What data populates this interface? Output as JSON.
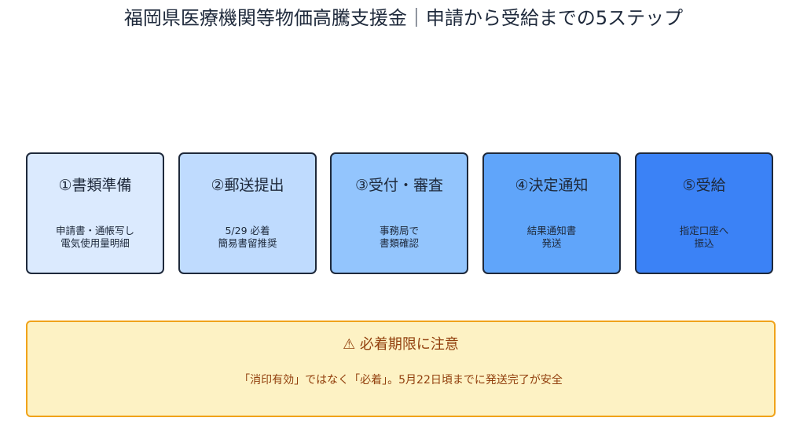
{
  "title": "福岡県医療機関等物価高騰支援金｜申請から受給までの5ステップ",
  "steps": [
    {
      "title": "①書類準備",
      "desc": [
        "申請書・通帳写し",
        "電気使用量明細"
      ],
      "color": "#dbeafe"
    },
    {
      "title": "②郵送提出",
      "desc": [
        "5/29 必着",
        "簡易書留推奨"
      ],
      "color": "#bfdbfe"
    },
    {
      "title": "③受付・審査",
      "desc": [
        "事務局で",
        "書類確認"
      ],
      "color": "#93c5fd"
    },
    {
      "title": "④決定通知",
      "desc": [
        "結果通知書",
        "発送"
      ],
      "color": "#60a5fa"
    },
    {
      "title": "⑤受給",
      "desc": [
        "指定口座へ",
        "振込"
      ],
      "color": "#3b82f6"
    }
  ],
  "notice": {
    "title": "⚠ 必着期限に注意",
    "body": "「消印有効」ではなく「必着」。5月22日頃までに発送完了が安全"
  },
  "colors": {
    "border": "#1e293b",
    "notice_bg": "#fdf2c4",
    "notice_border": "#f0a31a",
    "notice_text": "#92400e"
  }
}
